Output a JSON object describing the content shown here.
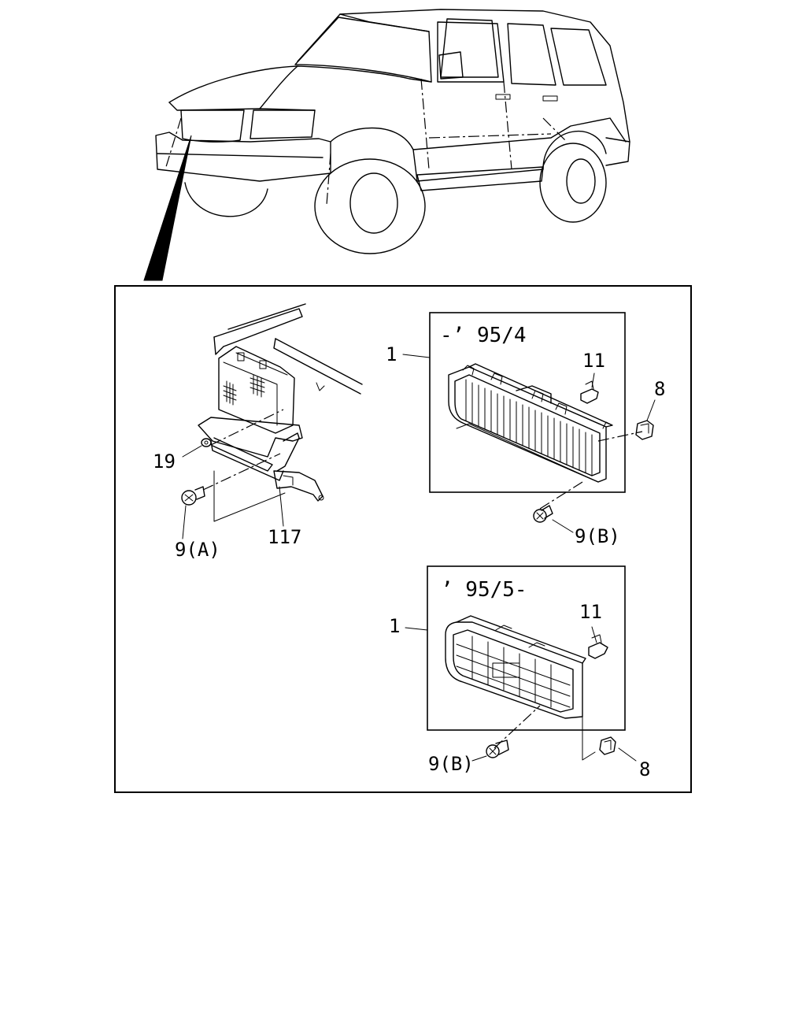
{
  "variant_labels": {
    "early": "-’ 95/4",
    "late": "’ 95/5-"
  },
  "callouts": {
    "part_1_early": "1",
    "part_1_late": "1",
    "part_11_early": "11",
    "part_11_late": "11",
    "part_8_early": "8",
    "part_8_late": "8",
    "part_9b_early": "9(B)",
    "part_9b_late": "9(B)",
    "part_9a": "9(A)",
    "part_19": "19",
    "part_117": "117"
  }
}
